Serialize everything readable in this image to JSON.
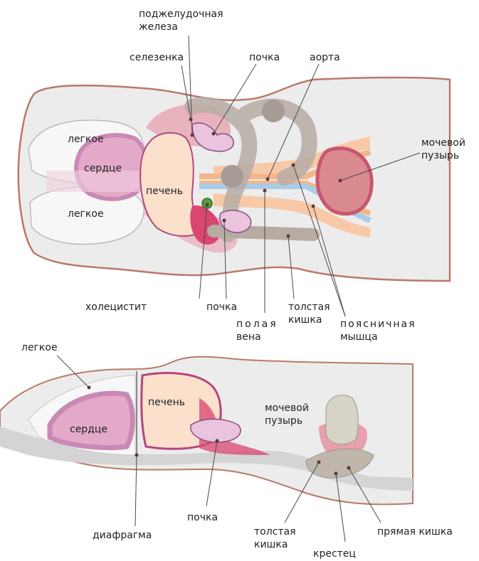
{
  "top_view": {
    "labels": {
      "pancreas_1": "поджелудочная",
      "pancreas_2": "железа",
      "spleen": "селезенка",
      "kidney_top": "почка",
      "aorta": "аорта",
      "bladder_1": "мочевой",
      "bladder_2": "пузырь",
      "lung_upper": "легкое",
      "heart": "сердце",
      "liver": "печень",
      "lung_lower": "легкое",
      "cholecystitis": "холецистит",
      "kidney_bottom": "почка",
      "colon_1": "толстая",
      "colon_2": "кишка",
      "vena_1": "полая",
      "vena_2": "вена",
      "psoas_1": "поясничная",
      "psoas_2": "мышца"
    }
  },
  "side_view": {
    "labels": {
      "lung": "легкое",
      "heart": "сердце",
      "liver": "печень",
      "bladder_1": "мочевой",
      "bladder_2": "пузырь",
      "kidney": "почка",
      "diaphragm": "диафрагма",
      "colon_1": "толстая",
      "colon_2": "кишка",
      "rectum": "прямая кишка",
      "sacrum": "крестец"
    }
  },
  "colors": {
    "body_fill": "#ececec",
    "body_outline": "#b9796a",
    "lung_fill": "#f7f7f7",
    "heart": "#e3a9c8",
    "heart_dark": "#c989b4",
    "liver": "#fbe0cc",
    "liver_outline": "#b3477c",
    "spleen_pink": "#e8a0ae",
    "kidney": "#e9c4dc",
    "colon": "#b7aca4",
    "aorta_orange": "#f4b58a",
    "vena_blue": "#a9cbe6",
    "bladder": "#c9566e",
    "bladder_fill": "#d98a8f",
    "gallbladder": "#5a9e3a",
    "rectum": "#c0b7ac",
    "spine": "#d4d4d4"
  }
}
